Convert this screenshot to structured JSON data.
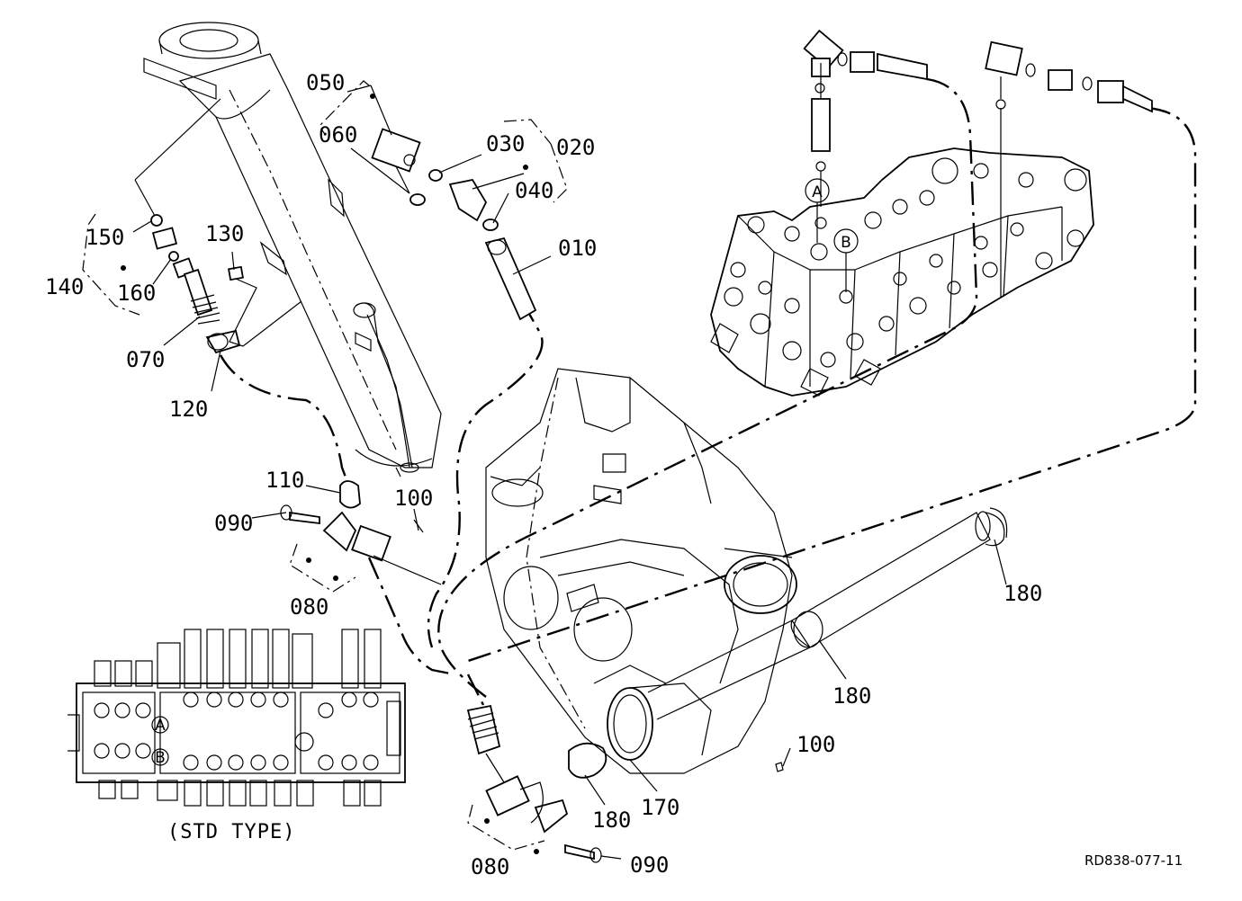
{
  "drawing_code": "RD838-077-11",
  "std_type_caption": "(STD TYPE)",
  "ports": {
    "a": "A",
    "b": "B"
  },
  "parts": {
    "p010": "010",
    "p020": "020",
    "p030": "030",
    "p040": "040",
    "p050": "050",
    "p060": "060",
    "p070": "070",
    "p080": "080",
    "p090": "090",
    "p100": "100",
    "p110": "110",
    "p120": "120",
    "p130": "130",
    "p140": "140",
    "p150": "150",
    "p160": "160",
    "p170": "170",
    "p180": "180"
  }
}
